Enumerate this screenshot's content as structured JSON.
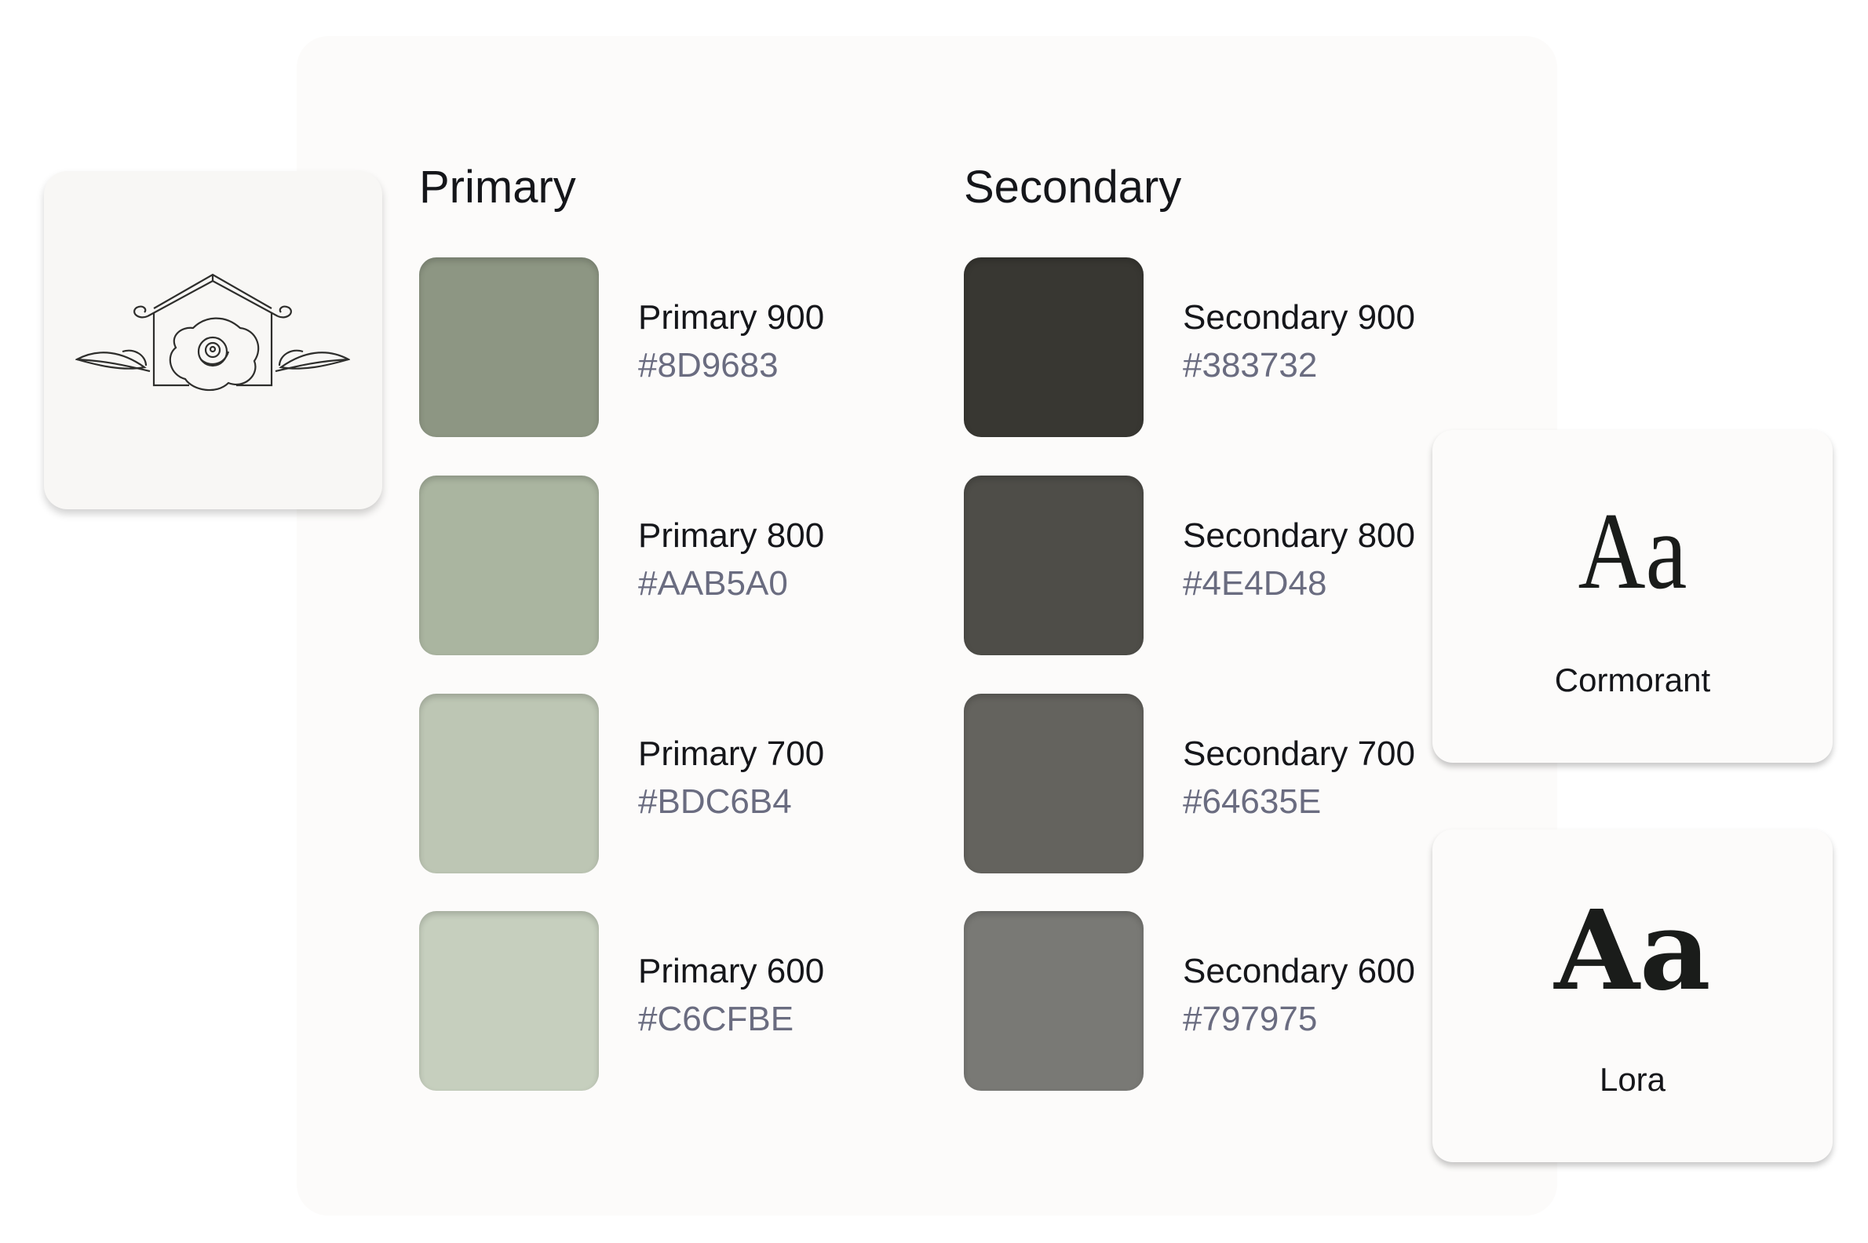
{
  "primary": {
    "heading": "Primary",
    "swatches": [
      {
        "name": "Primary 900",
        "hex": "#8D9683"
      },
      {
        "name": "Primary 800",
        "hex": "#AAB5A0"
      },
      {
        "name": "Primary 700",
        "hex": "#BDC6B4"
      },
      {
        "name": "Primary 600",
        "hex": "#C6CFBE"
      }
    ]
  },
  "secondary": {
    "heading": "Secondary",
    "swatches": [
      {
        "name": "Secondary 900",
        "hex": "#383732"
      },
      {
        "name": "Secondary 800",
        "hex": "#4E4D48"
      },
      {
        "name": "Secondary 700",
        "hex": "#64635E"
      },
      {
        "name": "Secondary 600",
        "hex": "#797975"
      }
    ]
  },
  "fonts": [
    {
      "sample": "Aa",
      "name": "Cormorant"
    },
    {
      "sample": "Aa",
      "name": "Lora"
    }
  ],
  "logo": {
    "icon": "rose-house-logo"
  }
}
